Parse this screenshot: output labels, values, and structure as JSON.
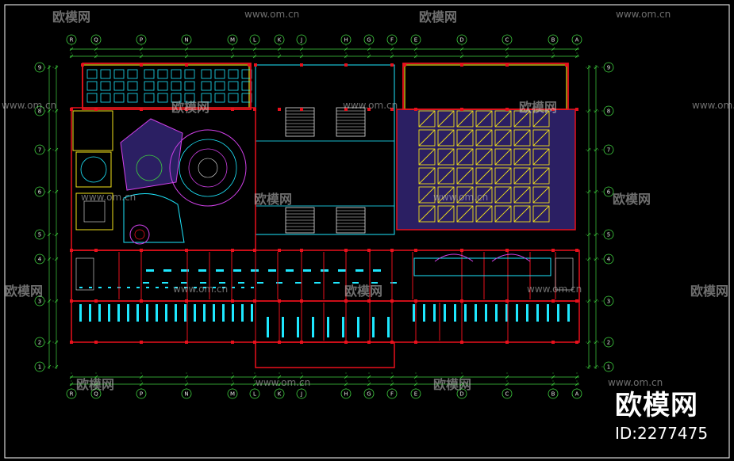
{
  "watermark": {
    "url": "www.om.cn",
    "cn": "欧模网"
  },
  "brand": {
    "name": "欧模网",
    "id": "ID:2277475"
  },
  "grid": {
    "columns": [
      "R",
      "Q",
      "P",
      "N",
      "M",
      "L",
      "K",
      "J",
      "H",
      "G",
      "F",
      "E",
      "D",
      "C",
      "B",
      "A"
    ],
    "rows": [
      "9",
      "8",
      "7",
      "6",
      "5",
      "4",
      "3",
      "2",
      "1"
    ]
  },
  "colors": {
    "background": "#000000",
    "wall": "#e8101c",
    "dim": "#3fd13f",
    "cyan": "#1ee8ff",
    "yellow": "#f2e21a",
    "magenta": "#d040e8",
    "white": "#e6e6e6",
    "purple": "#3a2a7a"
  }
}
